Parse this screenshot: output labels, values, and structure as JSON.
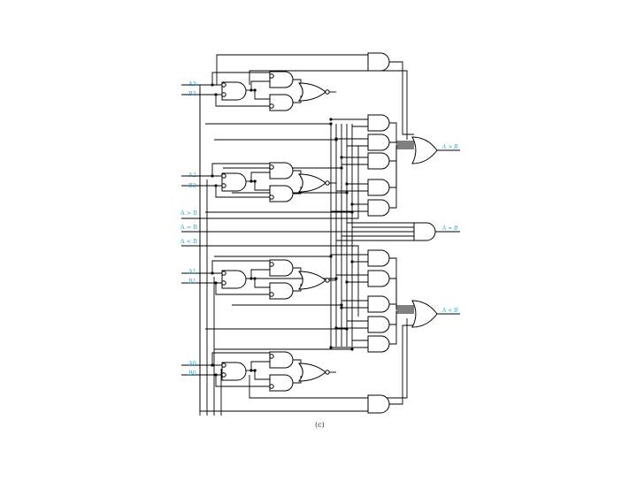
{
  "colors": {
    "wire": "#000000",
    "label": "#37a7c7",
    "background": "#ffffff"
  },
  "inputs": [
    {
      "id": "a3",
      "text": "A3"
    },
    {
      "id": "b3",
      "text": "B3"
    },
    {
      "id": "a2",
      "text": "A2"
    },
    {
      "id": "b2",
      "text": "B2"
    },
    {
      "id": "agtb-in",
      "text": "A > B"
    },
    {
      "id": "aeqb-in",
      "text": "A = B"
    },
    {
      "id": "altb-in",
      "text": "A < B"
    },
    {
      "id": "a1",
      "text": "A1"
    },
    {
      "id": "b1",
      "text": "B1"
    },
    {
      "id": "a0",
      "text": "A0"
    },
    {
      "id": "b0",
      "text": "B0"
    }
  ],
  "outputs": [
    {
      "id": "agtb-out",
      "text": "A > B"
    },
    {
      "id": "aeqb-out",
      "text": "A = B"
    },
    {
      "id": "altb-out",
      "text": "A < B"
    }
  ],
  "caption": "(c)"
}
